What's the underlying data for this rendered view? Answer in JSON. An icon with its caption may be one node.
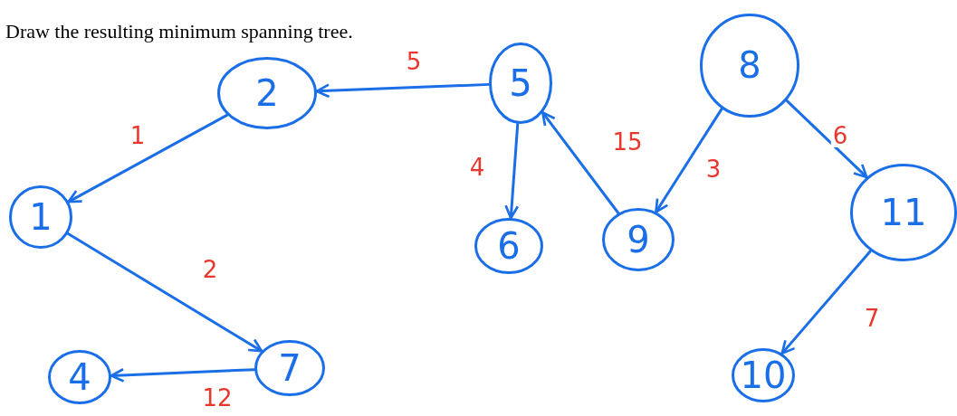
{
  "diagram": {
    "title": "Draw the resulting minimum spanning tree.",
    "nodes": [
      {
        "text": [
          "2"
        ]
      },
      {
        "text": [
          "5"
        ]
      },
      {
        "text": [
          "8"
        ]
      },
      {
        "text": [
          "1"
        ]
      },
      {
        "text": [
          "6"
        ]
      },
      {
        "text": [
          "9"
        ]
      },
      {
        "text": [
          "11"
        ]
      },
      {
        "text": [
          "4"
        ]
      },
      {
        "text": [
          "7"
        ]
      },
      {
        "text": [
          "10"
        ]
      }
    ],
    "edges": [
      {
        "from": 1,
        "to": 0,
        "arrow": "to",
        "label": "5"
      },
      {
        "from": 0,
        "to": 3,
        "arrow": "to",
        "label": "1"
      },
      {
        "from": 3,
        "to": 8,
        "arrow": "to",
        "label": "2"
      },
      {
        "from": 8,
        "to": 7,
        "arrow": "to",
        "label": "12"
      },
      {
        "from": 1,
        "to": 4,
        "arrow": "to",
        "label": "4"
      },
      {
        "from": 5,
        "to": 1,
        "arrow": "to",
        "label": "15"
      },
      {
        "from": 2,
        "to": 5,
        "arrow": "to",
        "label": "3"
      },
      {
        "from": 2,
        "to": 6,
        "arrow": "to",
        "label": "6"
      },
      {
        "from": 6,
        "to": 9,
        "arrow": "to",
        "label": "7"
      }
    ]
  }
}
